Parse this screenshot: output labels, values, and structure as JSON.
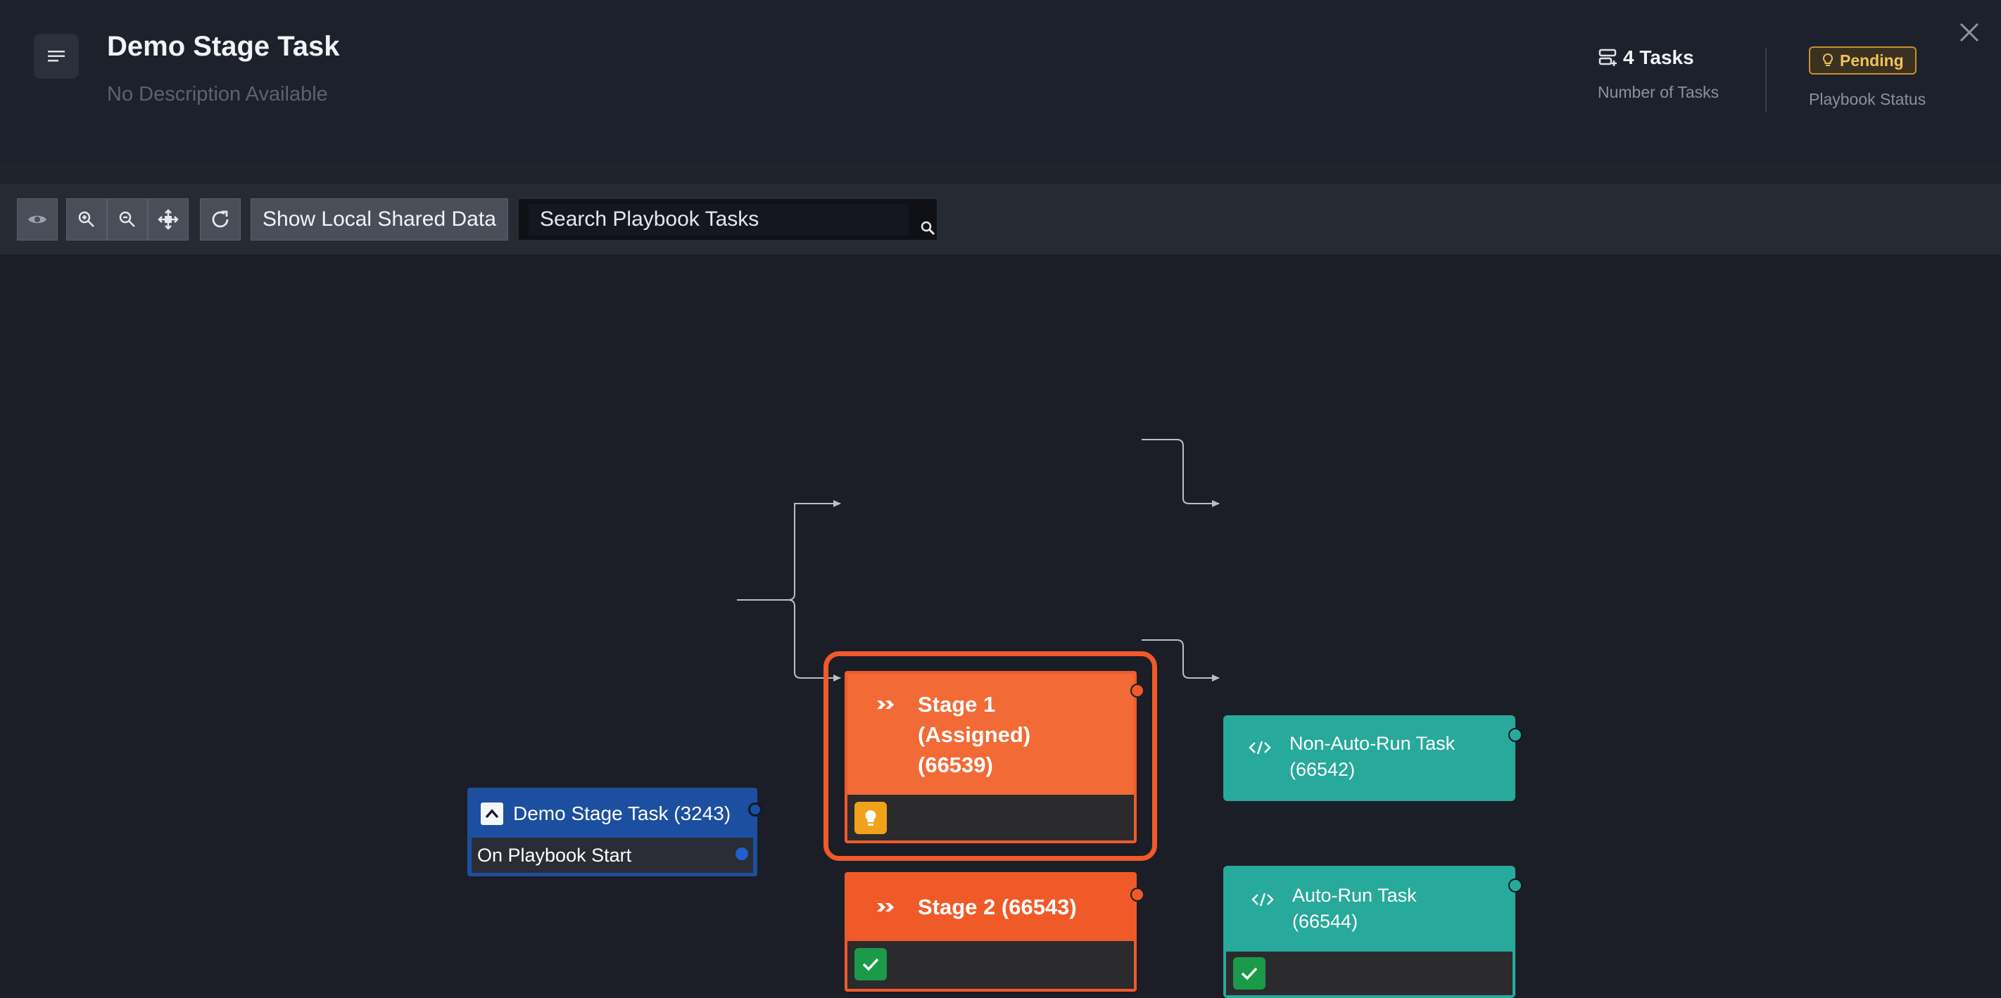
{
  "header": {
    "title": "Demo Stage Task",
    "description": "No Description Available",
    "tasks_count": "4 Tasks",
    "tasks_label": "Number of Tasks",
    "status": "Pending",
    "status_label": "Playbook Status"
  },
  "toolbar": {
    "shared_data_label": "Show Local Shared Data",
    "search_placeholder": "Search Playbook Tasks"
  },
  "flow": {
    "start": {
      "title": "Demo Stage Task (3243)",
      "trigger": "On Playbook Start"
    },
    "stage1": {
      "title_lines": [
        "Stage 1",
        "(Assigned)",
        "(66539)"
      ],
      "status_icon": "lightbulb-icon"
    },
    "stage2": {
      "title": "Stage 2 (66543)",
      "status_icon": "check-icon"
    },
    "task_a": {
      "title_lines": [
        "Non-Auto-Run Task",
        "(66542)"
      ]
    },
    "task_b": {
      "title_lines": [
        "Auto-Run Task",
        "(66544)"
      ],
      "status_icon": "check-icon"
    }
  },
  "colors": {
    "background": "#1b1e27",
    "stage": "#f05a28",
    "task": "#27a99b",
    "start": "#1d4fa0",
    "pending": "#f3c15a",
    "success": "#1b9a4a"
  }
}
